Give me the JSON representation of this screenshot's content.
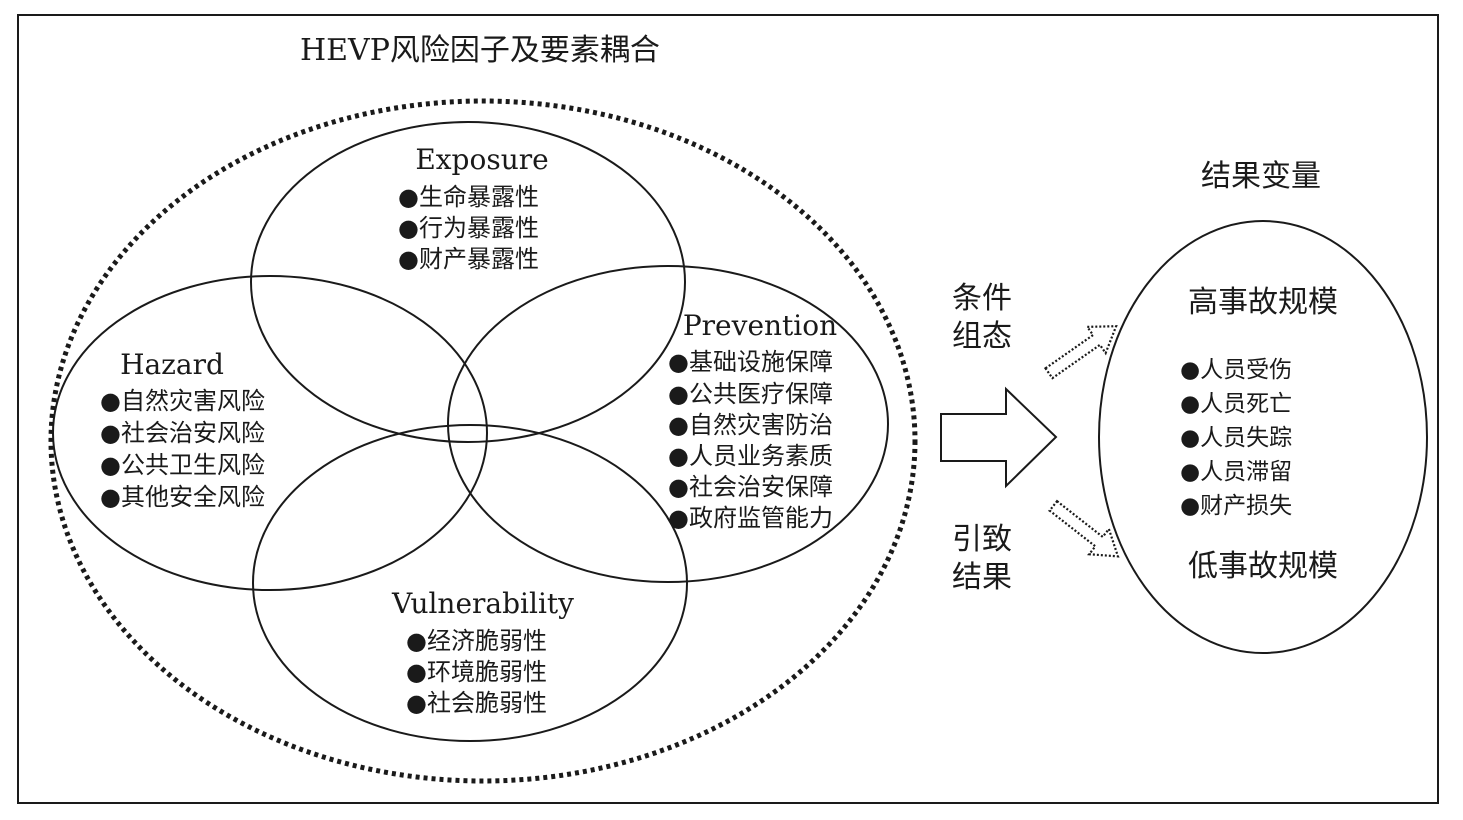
{
  "diagram": {
    "title": "HEVP风险因子及要素耦合",
    "bullet": "●",
    "exposure": {
      "title": "Exposure",
      "items": [
        "生命暴露性",
        "行为暴露性",
        "财产暴露性"
      ]
    },
    "hazard": {
      "title": "Hazard",
      "items": [
        "自然灾害风险",
        "社会治安风险",
        "公共卫生风险",
        "其他安全风险"
      ]
    },
    "prevention": {
      "title": "Prevention",
      "items": [
        "基础设施保障",
        "公共医疗保障",
        "自然灾害防治",
        "人员业务素质",
        "社会治安保障",
        "政府监管能力"
      ]
    },
    "vulnerability": {
      "title": "Vulnerability",
      "items": [
        "经济脆弱性",
        "环境脆弱性",
        "社会脆弱性"
      ]
    },
    "arrow_labels": {
      "top_line1": "条件",
      "top_line2": "组态",
      "bottom_line1": "引致",
      "bottom_line2": "结果"
    },
    "result": {
      "title": "结果变量",
      "high": "高事故规模",
      "low": "低事故规模",
      "items": [
        "人员受伤",
        "人员死亡",
        "人员失踪",
        "人员滞留",
        "财产损失"
      ]
    }
  },
  "colors": {
    "stroke": "#1a1a1a",
    "background": "#ffffff"
  }
}
